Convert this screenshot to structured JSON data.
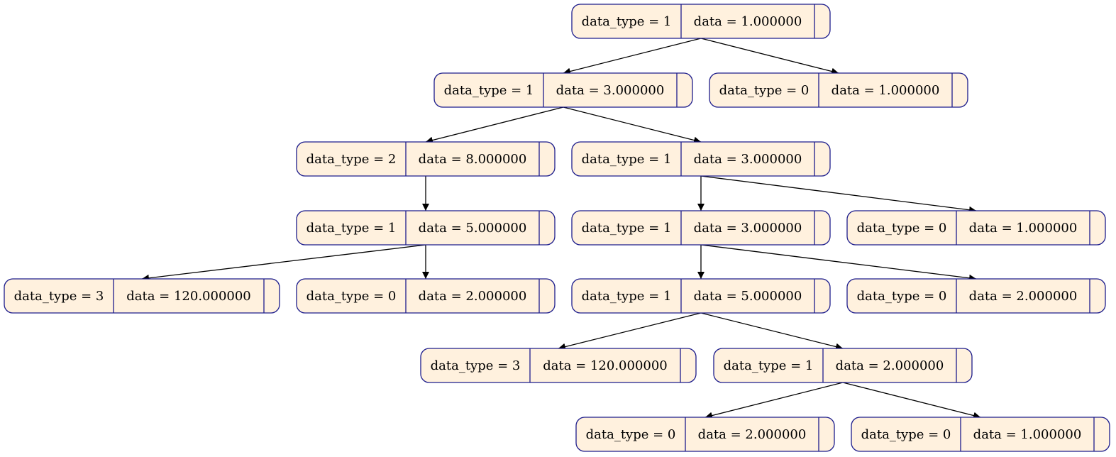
{
  "colors": {
    "node_fill": "#fff1de",
    "node_stroke": "#1c1c8c",
    "edge": "#000000"
  },
  "nodes": [
    {
      "id": "n1",
      "data_type": "data_type = 1",
      "data": "data = 1.000000"
    },
    {
      "id": "n2",
      "data_type": "data_type = 1",
      "data": "data = 3.000000"
    },
    {
      "id": "n3",
      "data_type": "data_type = 0",
      "data": "data = 1.000000"
    },
    {
      "id": "n4",
      "data_type": "data_type = 2",
      "data": "data = 8.000000"
    },
    {
      "id": "n5",
      "data_type": "data_type = 1",
      "data": "data = 3.000000"
    },
    {
      "id": "n6",
      "data_type": "data_type = 1",
      "data": "data = 5.000000"
    },
    {
      "id": "n7",
      "data_type": "data_type = 1",
      "data": "data = 3.000000"
    },
    {
      "id": "n8",
      "data_type": "data_type = 0",
      "data": "data = 1.000000"
    },
    {
      "id": "n9",
      "data_type": "data_type = 3",
      "data": "data = 120.000000"
    },
    {
      "id": "n10",
      "data_type": "data_type = 0",
      "data": "data = 2.000000"
    },
    {
      "id": "n11",
      "data_type": "data_type = 1",
      "data": "data = 5.000000"
    },
    {
      "id": "n12",
      "data_type": "data_type = 0",
      "data": "data = 2.000000"
    },
    {
      "id": "n13",
      "data_type": "data_type = 3",
      "data": "data = 120.000000"
    },
    {
      "id": "n14",
      "data_type": "data_type = 1",
      "data": "data = 2.000000"
    },
    {
      "id": "n15",
      "data_type": "data_type = 0",
      "data": "data = 2.000000"
    },
    {
      "id": "n16",
      "data_type": "data_type = 0",
      "data": "data = 1.000000"
    }
  ],
  "edges": [
    {
      "from": "n1",
      "to": "n2"
    },
    {
      "from": "n1",
      "to": "n3"
    },
    {
      "from": "n2",
      "to": "n4"
    },
    {
      "from": "n2",
      "to": "n5"
    },
    {
      "from": "n4",
      "to": "n6"
    },
    {
      "from": "n5",
      "to": "n7"
    },
    {
      "from": "n5",
      "to": "n8"
    },
    {
      "from": "n6",
      "to": "n9"
    },
    {
      "from": "n6",
      "to": "n10"
    },
    {
      "from": "n7",
      "to": "n11"
    },
    {
      "from": "n7",
      "to": "n12"
    },
    {
      "from": "n11",
      "to": "n13"
    },
    {
      "from": "n11",
      "to": "n14"
    },
    {
      "from": "n14",
      "to": "n15"
    },
    {
      "from": "n14",
      "to": "n16"
    }
  ]
}
